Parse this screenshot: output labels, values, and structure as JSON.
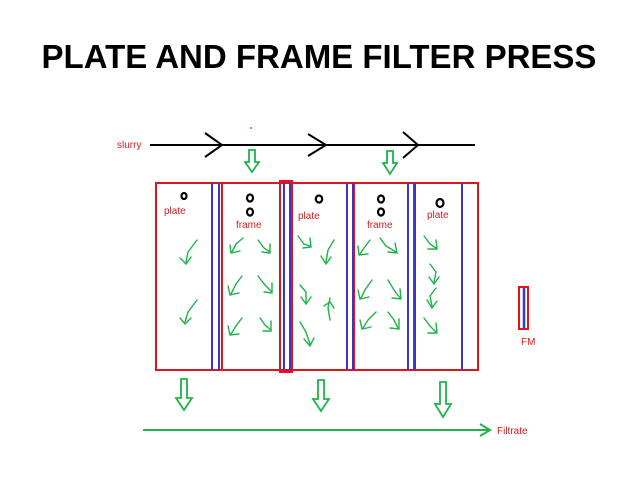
{
  "title": "PLATE AND FRAME FILTER PRESS",
  "labels": {
    "slurry": "slurry",
    "filtrate": "Filtrate",
    "filter_medium": "FM"
  },
  "units": [
    {
      "type": "plate",
      "label": "plate"
    },
    {
      "type": "frame",
      "label": "frame"
    },
    {
      "type": "plate",
      "label": "plate"
    },
    {
      "type": "frame",
      "label": "frame"
    },
    {
      "type": "plate",
      "label": "plate"
    }
  ],
  "colors": {
    "frame_outline": "#e0141e",
    "filter_medium": "#3c35c8",
    "flow_arrow": "#1fb34a",
    "feed_line": "#000000",
    "label_text": "#cc1f1f"
  }
}
